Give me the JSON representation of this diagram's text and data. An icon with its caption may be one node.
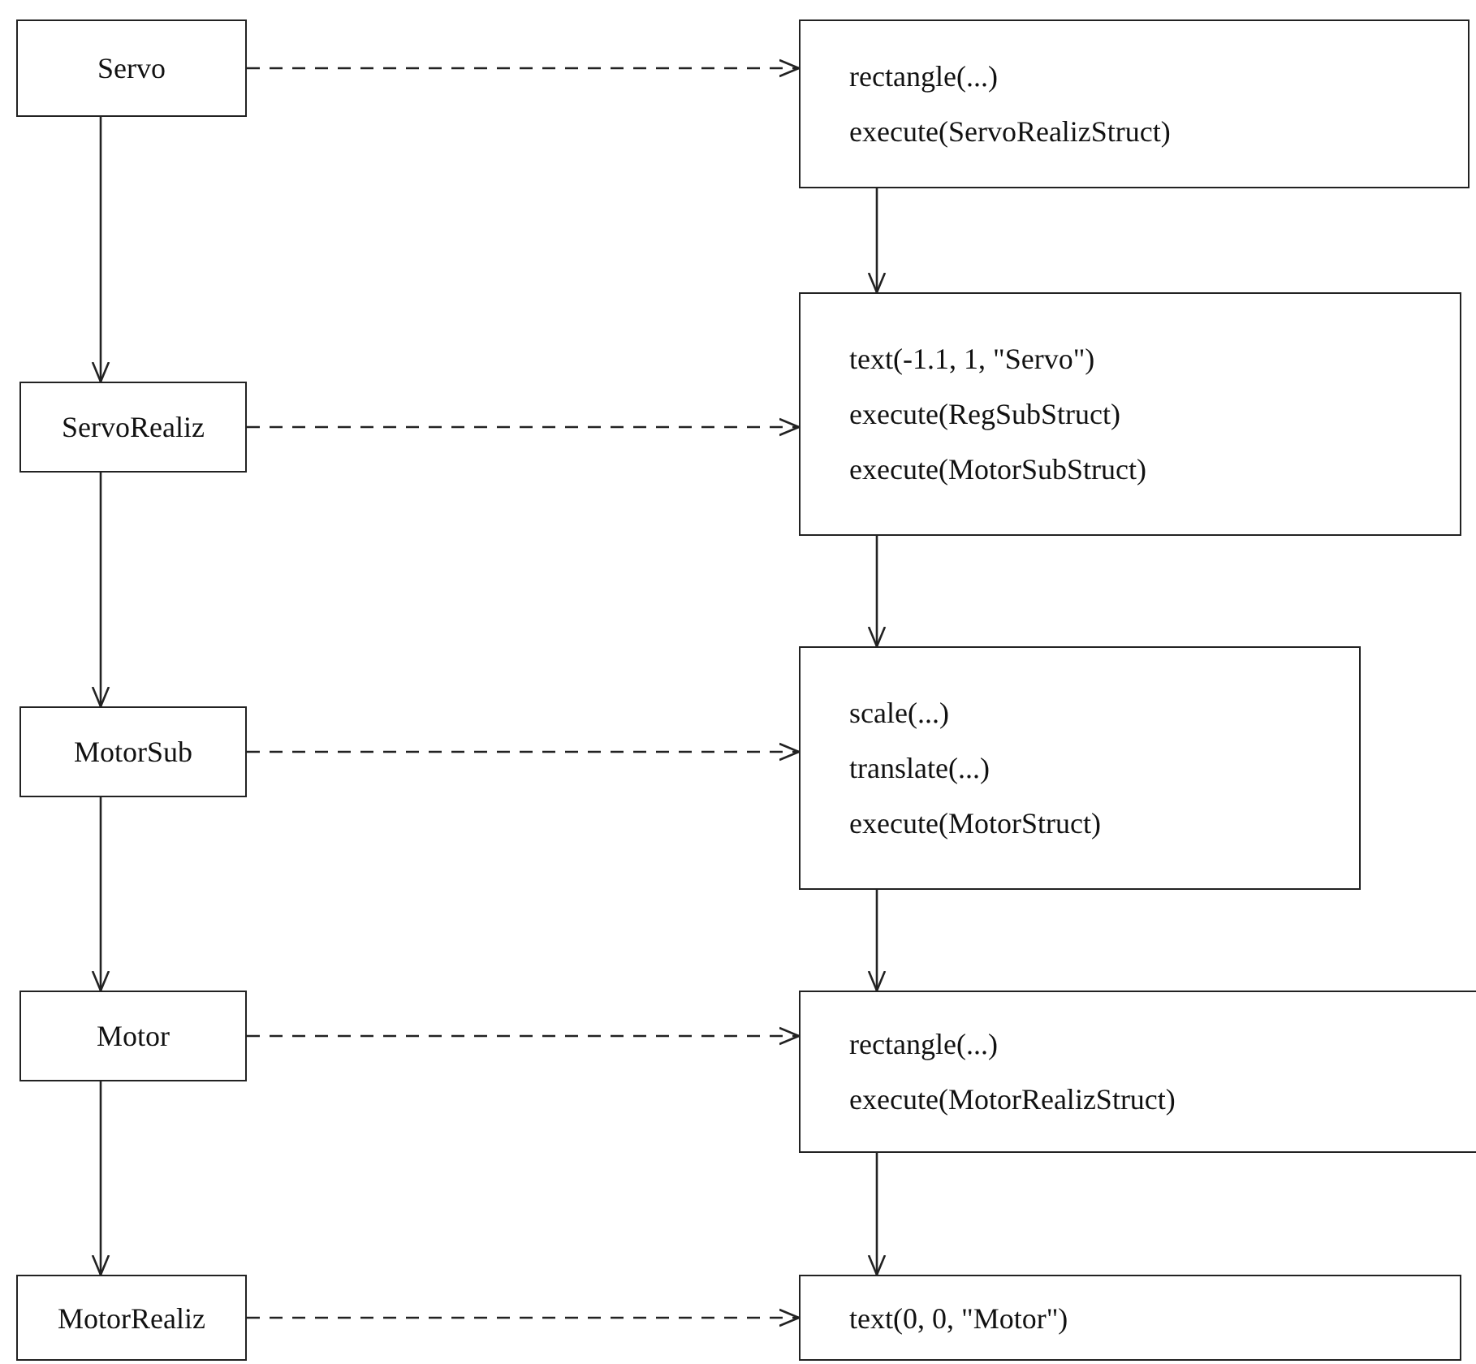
{
  "diagram": {
    "nodes": [
      {
        "text": [
          "Servo"
        ]
      },
      {
        "text": [
          "rectangle(...)",
          "execute(ServoRealizStruct)"
        ]
      },
      {
        "text": [
          "ServoRealiz"
        ]
      },
      {
        "text": [
          "text(-1.1, 1, \"Servo\")",
          "execute(RegSubStruct)",
          "execute(MotorSubStruct)"
        ]
      },
      {
        "text": [
          "MotorSub"
        ]
      },
      {
        "text": [
          "scale(...)",
          "translate(...)",
          "execute(MotorStruct)"
        ]
      },
      {
        "text": [
          "Motor"
        ]
      },
      {
        "text": [
          "rectangle(...)",
          "execute(MotorRealizStruct)"
        ]
      },
      {
        "text": [
          "MotorRealiz"
        ]
      },
      {
        "text": [
          "text(0, 0, \"Motor\")"
        ]
      }
    ],
    "edges": [
      {
        "from": 0,
        "to": 1,
        "arrow": "to",
        "style": "dashed"
      },
      {
        "from": 0,
        "to": 2,
        "arrow": "to"
      },
      {
        "from": 1,
        "to": 3,
        "arrow": "to"
      },
      {
        "from": 2,
        "to": 3,
        "arrow": "to",
        "style": "dashed"
      },
      {
        "from": 2,
        "to": 4,
        "arrow": "to"
      },
      {
        "from": 3,
        "to": 5,
        "arrow": "to"
      },
      {
        "from": 4,
        "to": 5,
        "arrow": "to",
        "style": "dashed"
      },
      {
        "from": 4,
        "to": 6,
        "arrow": "to"
      },
      {
        "from": 5,
        "to": 7,
        "arrow": "to"
      },
      {
        "from": 6,
        "to": 7,
        "arrow": "to",
        "style": "dashed"
      },
      {
        "from": 6,
        "to": 8,
        "arrow": "to"
      },
      {
        "from": 7,
        "to": 9,
        "arrow": "to"
      },
      {
        "from": 8,
        "to": 9,
        "arrow": "to",
        "style": "dashed"
      }
    ]
  }
}
